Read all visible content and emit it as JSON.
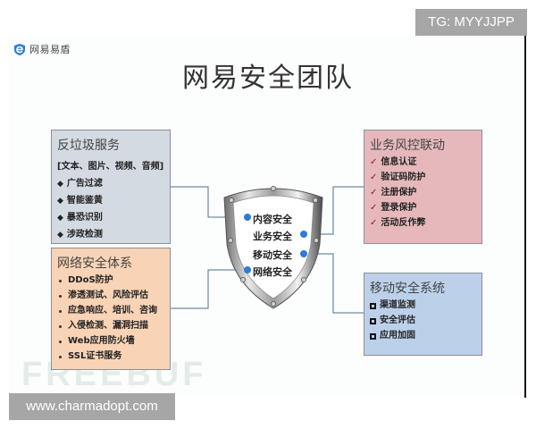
{
  "watermarks": {
    "top_right": "TG: MYYJJPP",
    "bottom_left": "www.charmadopt.com",
    "background": "FREEBUF"
  },
  "logo": {
    "text": "网易易盾",
    "color": "#2f7bd6"
  },
  "title": "网易安全团队",
  "boxes": {
    "anti_spam": {
      "heading": "反垃圾服务",
      "subheading": "[文本、图片、视频、音频]",
      "bullet_icon": "diamond",
      "items": [
        "广告过滤",
        "智能鉴黄",
        "暴恐识别",
        "涉政检测"
      ],
      "color": "#d4dae1"
    },
    "network_security": {
      "heading": "网络安全体系",
      "bullet_icon": "dot",
      "items": [
        "DDoS防护",
        "渗透测试、风险评估",
        "应急响应、培训、咨询",
        "入侵检测、漏洞扫描",
        "Web应用防火墙",
        "SSL证书服务"
      ],
      "color": "#f8d3b6"
    },
    "business_risk": {
      "heading": "业务风控联动",
      "bullet_icon": "checkmark",
      "items": [
        "信息认证",
        "验证码防护",
        "注册保护",
        "登录保护",
        "活动反作弊"
      ],
      "color": "#e6b8bb"
    },
    "mobile_security": {
      "heading": "移动安全系统",
      "bullet_icon": "square",
      "items": [
        "渠道监测",
        "安全评估",
        "应用加固"
      ],
      "color": "#bcd0ea"
    }
  },
  "shield": {
    "labels": [
      "内容安全",
      "业务安全",
      "移动安全",
      "网络安全"
    ],
    "connector_color": "#2f7bd6"
  }
}
